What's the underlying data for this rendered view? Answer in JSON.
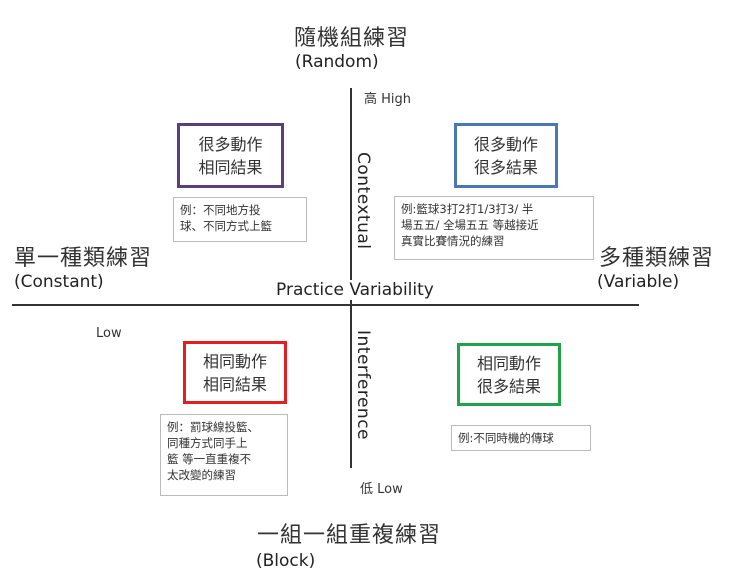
{
  "top": {
    "cn": "隨機組練習",
    "en": "(Random)"
  },
  "bottom": {
    "cn": "一組一組重複練習",
    "en": "(Block)"
  },
  "left": {
    "cn": "單一種類練習",
    "en": "(Constant)"
  },
  "right": {
    "cn": "多種類練習",
    "en": "(Variable)"
  },
  "axis": {
    "high": "高 High",
    "low_bottom": "低 Low",
    "low_left": "Low",
    "contextual": "Contextual",
    "interference": "Interference",
    "practice": "Practice",
    "variability": "Variability"
  },
  "quadrants": {
    "tl": {
      "line1": "很多動作",
      "line2": "相同結果",
      "color": "#5b3f7a",
      "note": [
        "例：不同地方投",
        "球、不同方式上籃"
      ]
    },
    "tr": {
      "line1": "很多動作",
      "line2": "很多結果",
      "color": "#4a78b4",
      "note": [
        "例:籃球3打2打1/3打3/ 半",
        "場五五/ 全場五五 等越接近",
        "真實比賽情況的練習"
      ]
    },
    "bl": {
      "line1": "相同動作",
      "line2": "相同結果",
      "color": "#e02020",
      "note": [
        "例：罰球線投籃、",
        "同種方式同手上",
        "籃 等一直重複不",
        "太改變的練習"
      ]
    },
    "br": {
      "line1": "相同動作",
      "line2": "很多結果",
      "color": "#1fa24a",
      "note": [
        "例:不同時機的傳球"
      ]
    }
  }
}
